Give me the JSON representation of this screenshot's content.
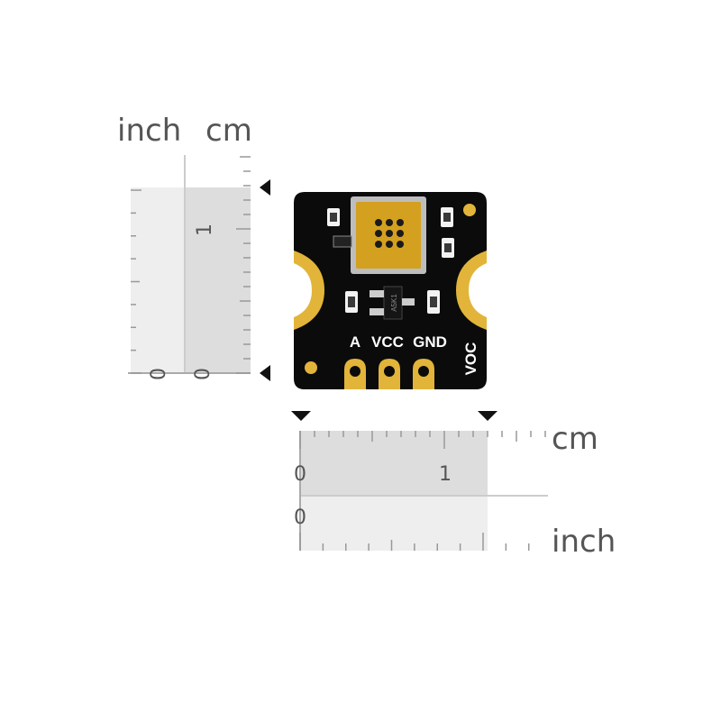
{
  "vertical_ruler": {
    "inch_label": "inch",
    "cm_label": "cm",
    "inch_zero": "0",
    "cm_zero": "0",
    "cm_one": "1"
  },
  "horizontal_ruler": {
    "cm_label": "cm",
    "inch_label": "inch",
    "cm_zero": "0",
    "cm_one": "1",
    "inch_zero": "0"
  },
  "board": {
    "silkscreen_pins": [
      "A",
      "VCC",
      "GND"
    ],
    "silkscreen_name": "VOC",
    "chip_marking": "A5K1",
    "colors": {
      "pcb": "#0b0b0b",
      "gold": "#e2b43a",
      "sensor": "#d4a01f",
      "silkscreen": "#ffffff"
    }
  }
}
